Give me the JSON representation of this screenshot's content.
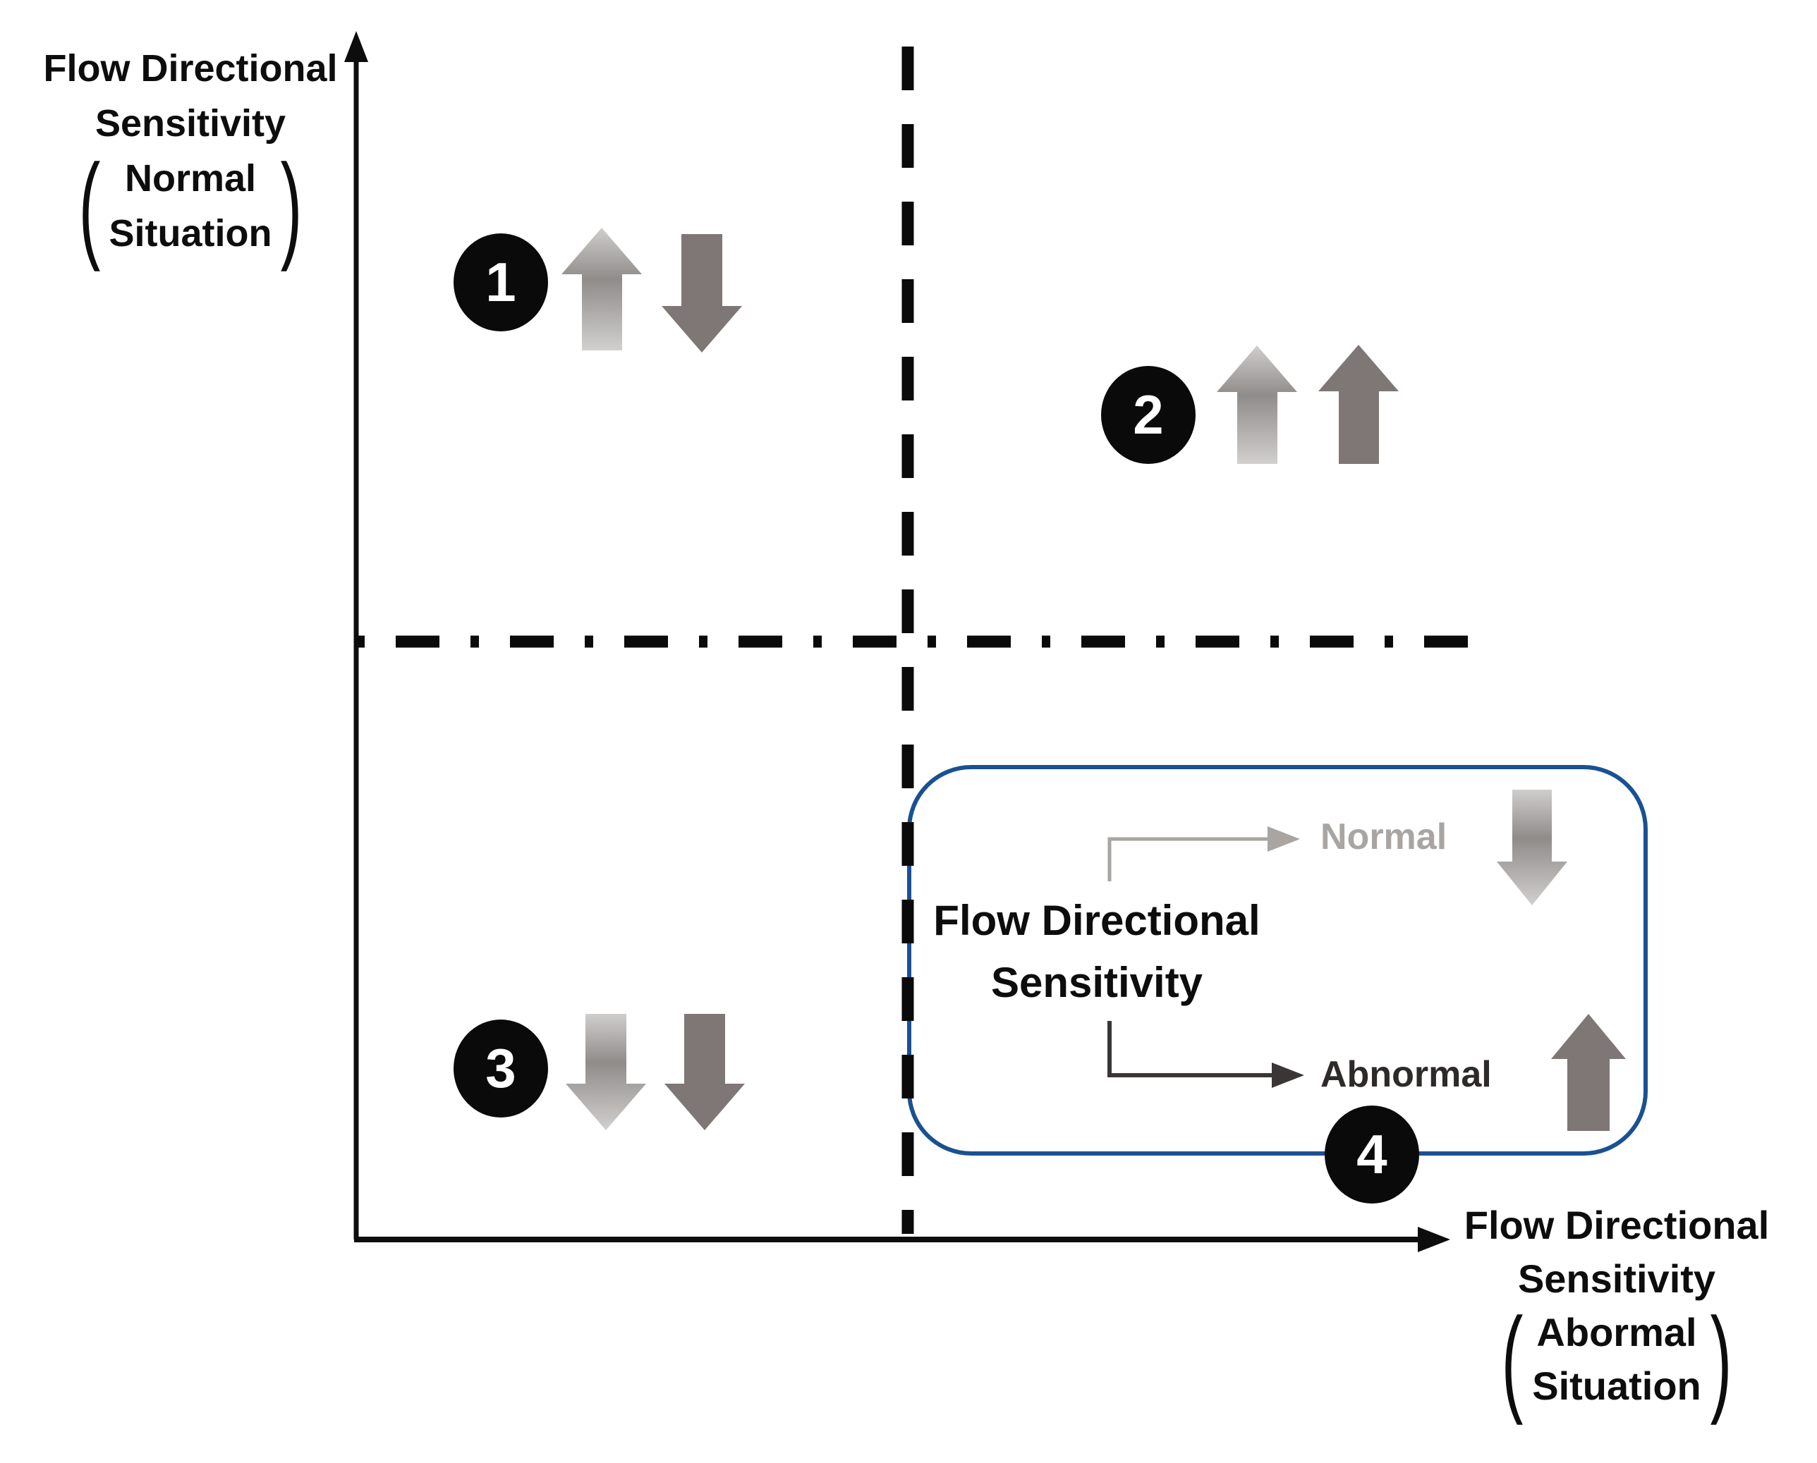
{
  "figure": {
    "y_axis_label": {
      "line1": "Flow Directional",
      "line2": "Sensitivity",
      "paren_open": "(",
      "paren_close": ")",
      "paren_line1": "Normal",
      "paren_line2": "Situation"
    },
    "x_axis_label": {
      "line1": "Flow Directional",
      "line2": "Sensitivity",
      "paren_open": "(",
      "paren_close": ")",
      "paren_line1": "Abormal",
      "paren_line2": "Situation"
    },
    "quadrants": [
      {
        "marker": "1",
        "light_arrow": "up",
        "dark_arrow": "down"
      },
      {
        "marker": "2",
        "light_arrow": "up",
        "dark_arrow": "up"
      },
      {
        "marker": "3",
        "light_arrow": "down",
        "dark_arrow": "down"
      },
      {
        "marker": "4",
        "light_arrow": "down",
        "dark_arrow": "up"
      }
    ],
    "legend": {
      "title_line1": "Flow Directional",
      "title_line2": "Sensitivity",
      "normal_label": "Normal",
      "abnormal_label": "Abnormal",
      "normal_arrow": "down",
      "abnormal_arrow": "up"
    },
    "colors": {
      "axis": "#0d0d0d",
      "dashed": "#0a0a0a",
      "box_border": "#1a5191",
      "dark_arrow": "#7e7775",
      "light_arrow_start": "#d0cecc",
      "light_arrow_mid": "#8f8c8a",
      "light_arrow_end": "#d2d0ce",
      "light_text": "#a8a5a2",
      "dark_text": "#2e2a29",
      "bracket_dark": "#3a3635"
    }
  }
}
